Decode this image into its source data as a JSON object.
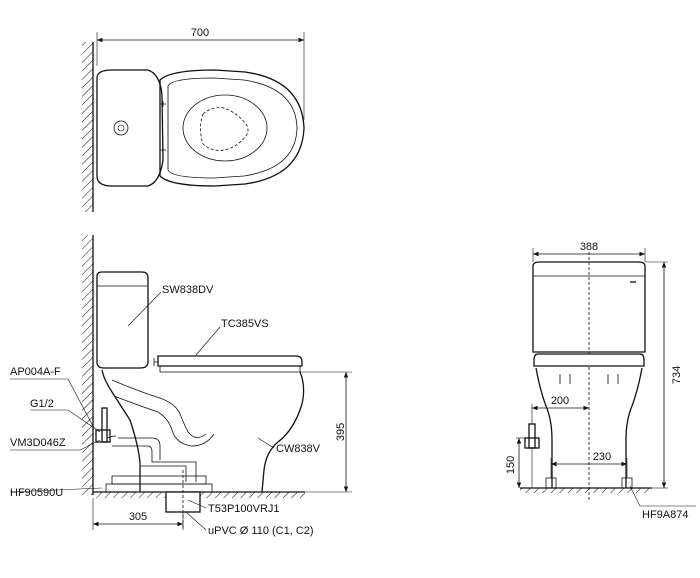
{
  "dimensions": {
    "top_width": "700",
    "front_width": "388",
    "height_total": "734",
    "height_outlet": "395",
    "rough_in": "305",
    "supply_offset": "200",
    "inlet_height": "150",
    "bolt_spacing": "230"
  },
  "parts": {
    "seat": "SW838DV",
    "seat_cover": "TC385VS",
    "bowl": "CW838V",
    "fill_valve": "AP004A-F",
    "supply_thread": "G1/2",
    "stop_valve": "VM3D046Z",
    "flange": "HF90590U",
    "outlet_pipe": "T53P100VRJ1",
    "drain": "uPVC Ø 110 (C1, C2)",
    "floor_bolt": "HF9A874"
  }
}
